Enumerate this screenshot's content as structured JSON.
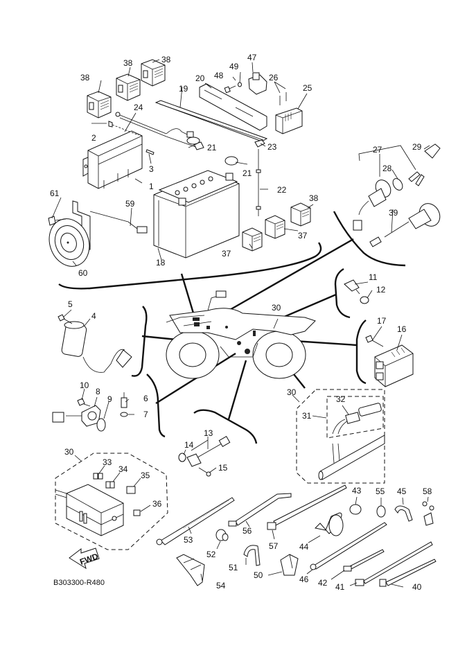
{
  "diagram": {
    "title_code": "B303300-R480",
    "fwd_label": "FWD",
    "callouts": {
      "p1": "1",
      "p2": "2",
      "p3": "3",
      "p4": "4",
      "p5": "5",
      "p6": "6",
      "p7": "7",
      "p8": "8",
      "p9": "9",
      "p10": "10",
      "p11": "11",
      "p12": "12",
      "p13": "13",
      "p14": "14",
      "p15": "15",
      "p16": "16",
      "p17": "17",
      "p18": "18",
      "p19": "19",
      "p20": "20",
      "p21a": "21",
      "p21b": "21",
      "p22": "22",
      "p23": "23",
      "p24": "24",
      "p25": "25",
      "p26": "26",
      "p27": "27",
      "p28": "28",
      "p29": "29",
      "p30a": "30",
      "p30b": "30",
      "p30c": "30",
      "p31": "31",
      "p32": "32",
      "p33": "33",
      "p34": "34",
      "p35": "35",
      "p36": "36",
      "p37a": "37",
      "p37b": "37",
      "p38a": "38",
      "p38b": "38",
      "p38c": "38",
      "p38d": "38",
      "p39": "39",
      "p40": "40",
      "p41": "41",
      "p42": "42",
      "p43": "43",
      "p44": "44",
      "p45": "45",
      "p46": "46",
      "p47": "47",
      "p48": "48",
      "p49": "49",
      "p50": "50",
      "p51": "51",
      "p52": "52",
      "p53": "53",
      "p54": "54",
      "p55": "55",
      "p56": "56",
      "p57": "57",
      "p58": "58",
      "p59": "59",
      "p60": "60",
      "p61": "61"
    }
  }
}
